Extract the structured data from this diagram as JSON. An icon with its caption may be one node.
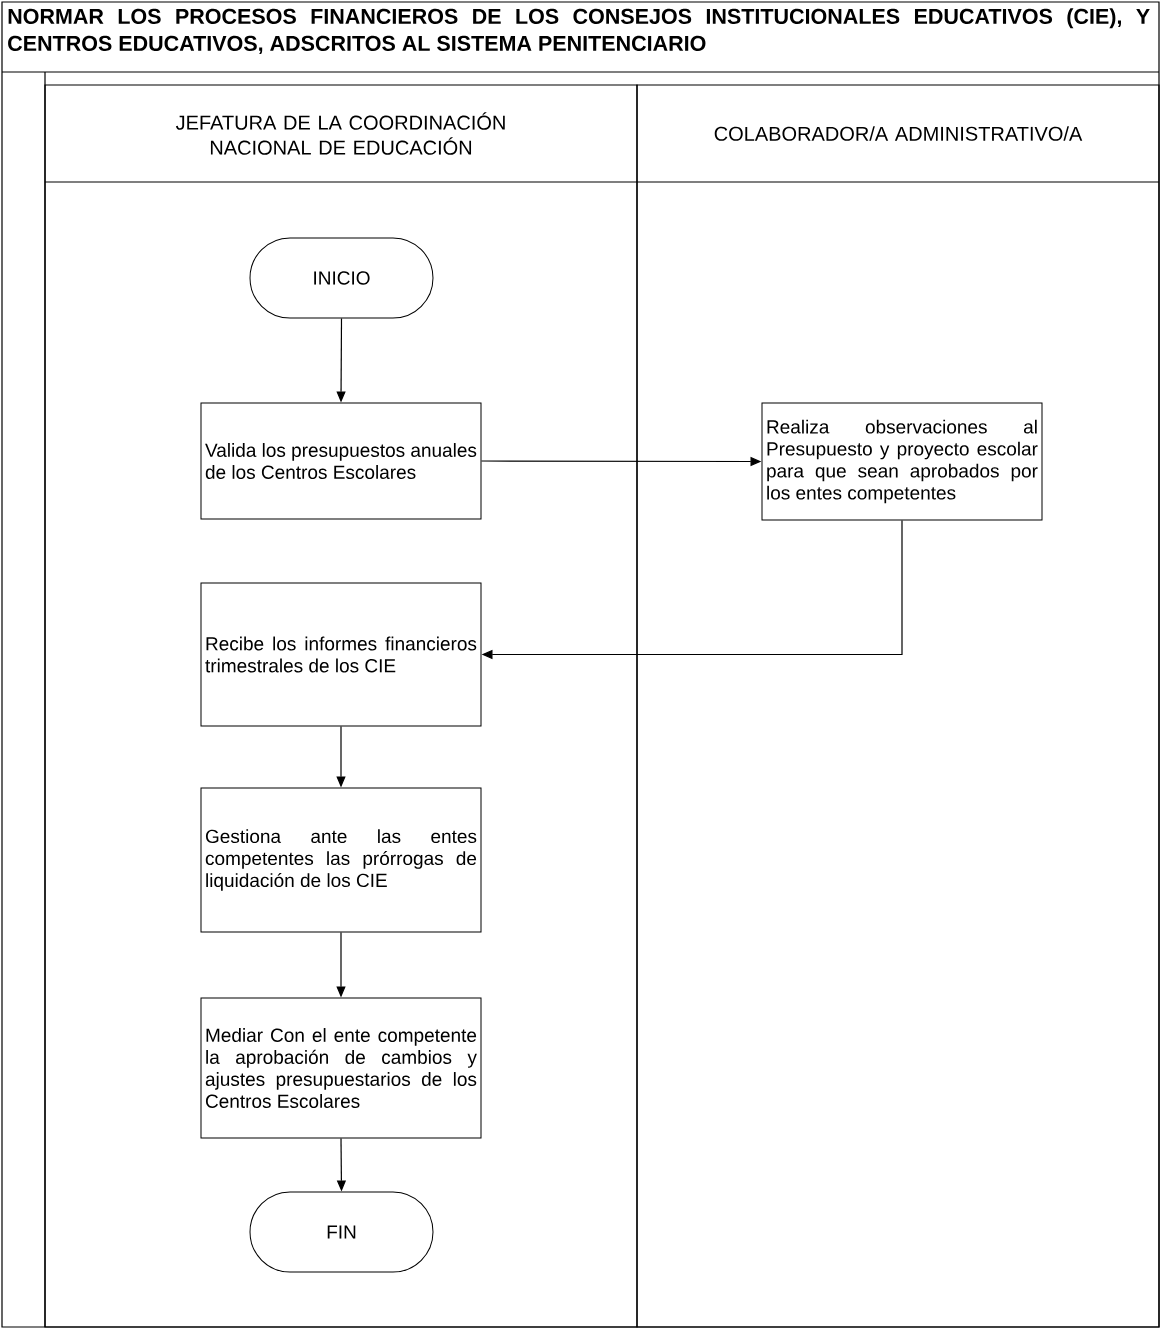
{
  "diagram": {
    "title": "NORMAR LOS PROCESOS FINANCIEROS DE LOS CONSEJOS INSTITUCIONALES EDUCATIVOS (CIE), Y CENTROS EDUCATIVOS, ADSCRITOS AL SISTEMA PENITENCIARIO",
    "nodes": [
      {
        "text": [
          "JEFATURA DE LA COORDINACIÓN NACIONAL DE EDUCACIÓN"
        ]
      },
      {
        "text": [
          "COLABORADOR/A ADMINISTRATIVO/A"
        ]
      },
      {
        "text": [
          "INICIO"
        ],
        "in": 0
      },
      {
        "text": [
          "Valida los presupuestos anuales de los Centros Escolares"
        ],
        "in": 0
      },
      {
        "text": [
          "Realiza observaciones al Presupuesto y proyecto escolar para que sean aprobados por los entes competentes"
        ],
        "in": 1
      },
      {
        "text": [
          "Recibe los informes financieros trimestrales de los CIE"
        ],
        "in": 0
      },
      {
        "text": [
          "Gestiona ante las entes competentes las prórrogas de liquidación de los CIE"
        ],
        "in": 0
      },
      {
        "text": [
          "Mediar Con el ente competente la aprobación de cambios y ajustes presupuestarios de los Centros Escolares"
        ],
        "in": 0
      },
      {
        "text": [
          "FIN"
        ],
        "in": 0
      }
    ],
    "edges": [
      {
        "from": 2,
        "to": 3,
        "arrow": "to"
      },
      {
        "from": 3,
        "to": 4,
        "arrow": "to"
      },
      {
        "from": 4,
        "to": 5,
        "arrow": "to"
      },
      {
        "from": 5,
        "to": 6,
        "arrow": "to"
      },
      {
        "from": 6,
        "to": 7,
        "arrow": "to"
      },
      {
        "from": 7,
        "to": 8,
        "arrow": "to"
      }
    ]
  }
}
